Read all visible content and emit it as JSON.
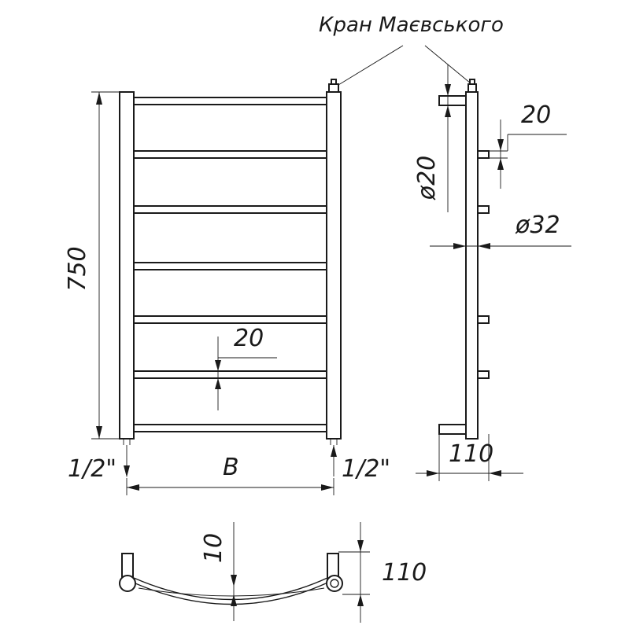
{
  "labels": {
    "valve": "Кран Маєвського",
    "height": "750",
    "bar_gap_front": "20",
    "bar_depth": "20",
    "bar_diameter": "ø20",
    "pipe_diameter": "ø32",
    "side_depth": "110",
    "inlet_left": "1/2\"",
    "inlet_right": "1/2\"",
    "width": "B",
    "top_offset": "10",
    "top_depth": "110"
  }
}
